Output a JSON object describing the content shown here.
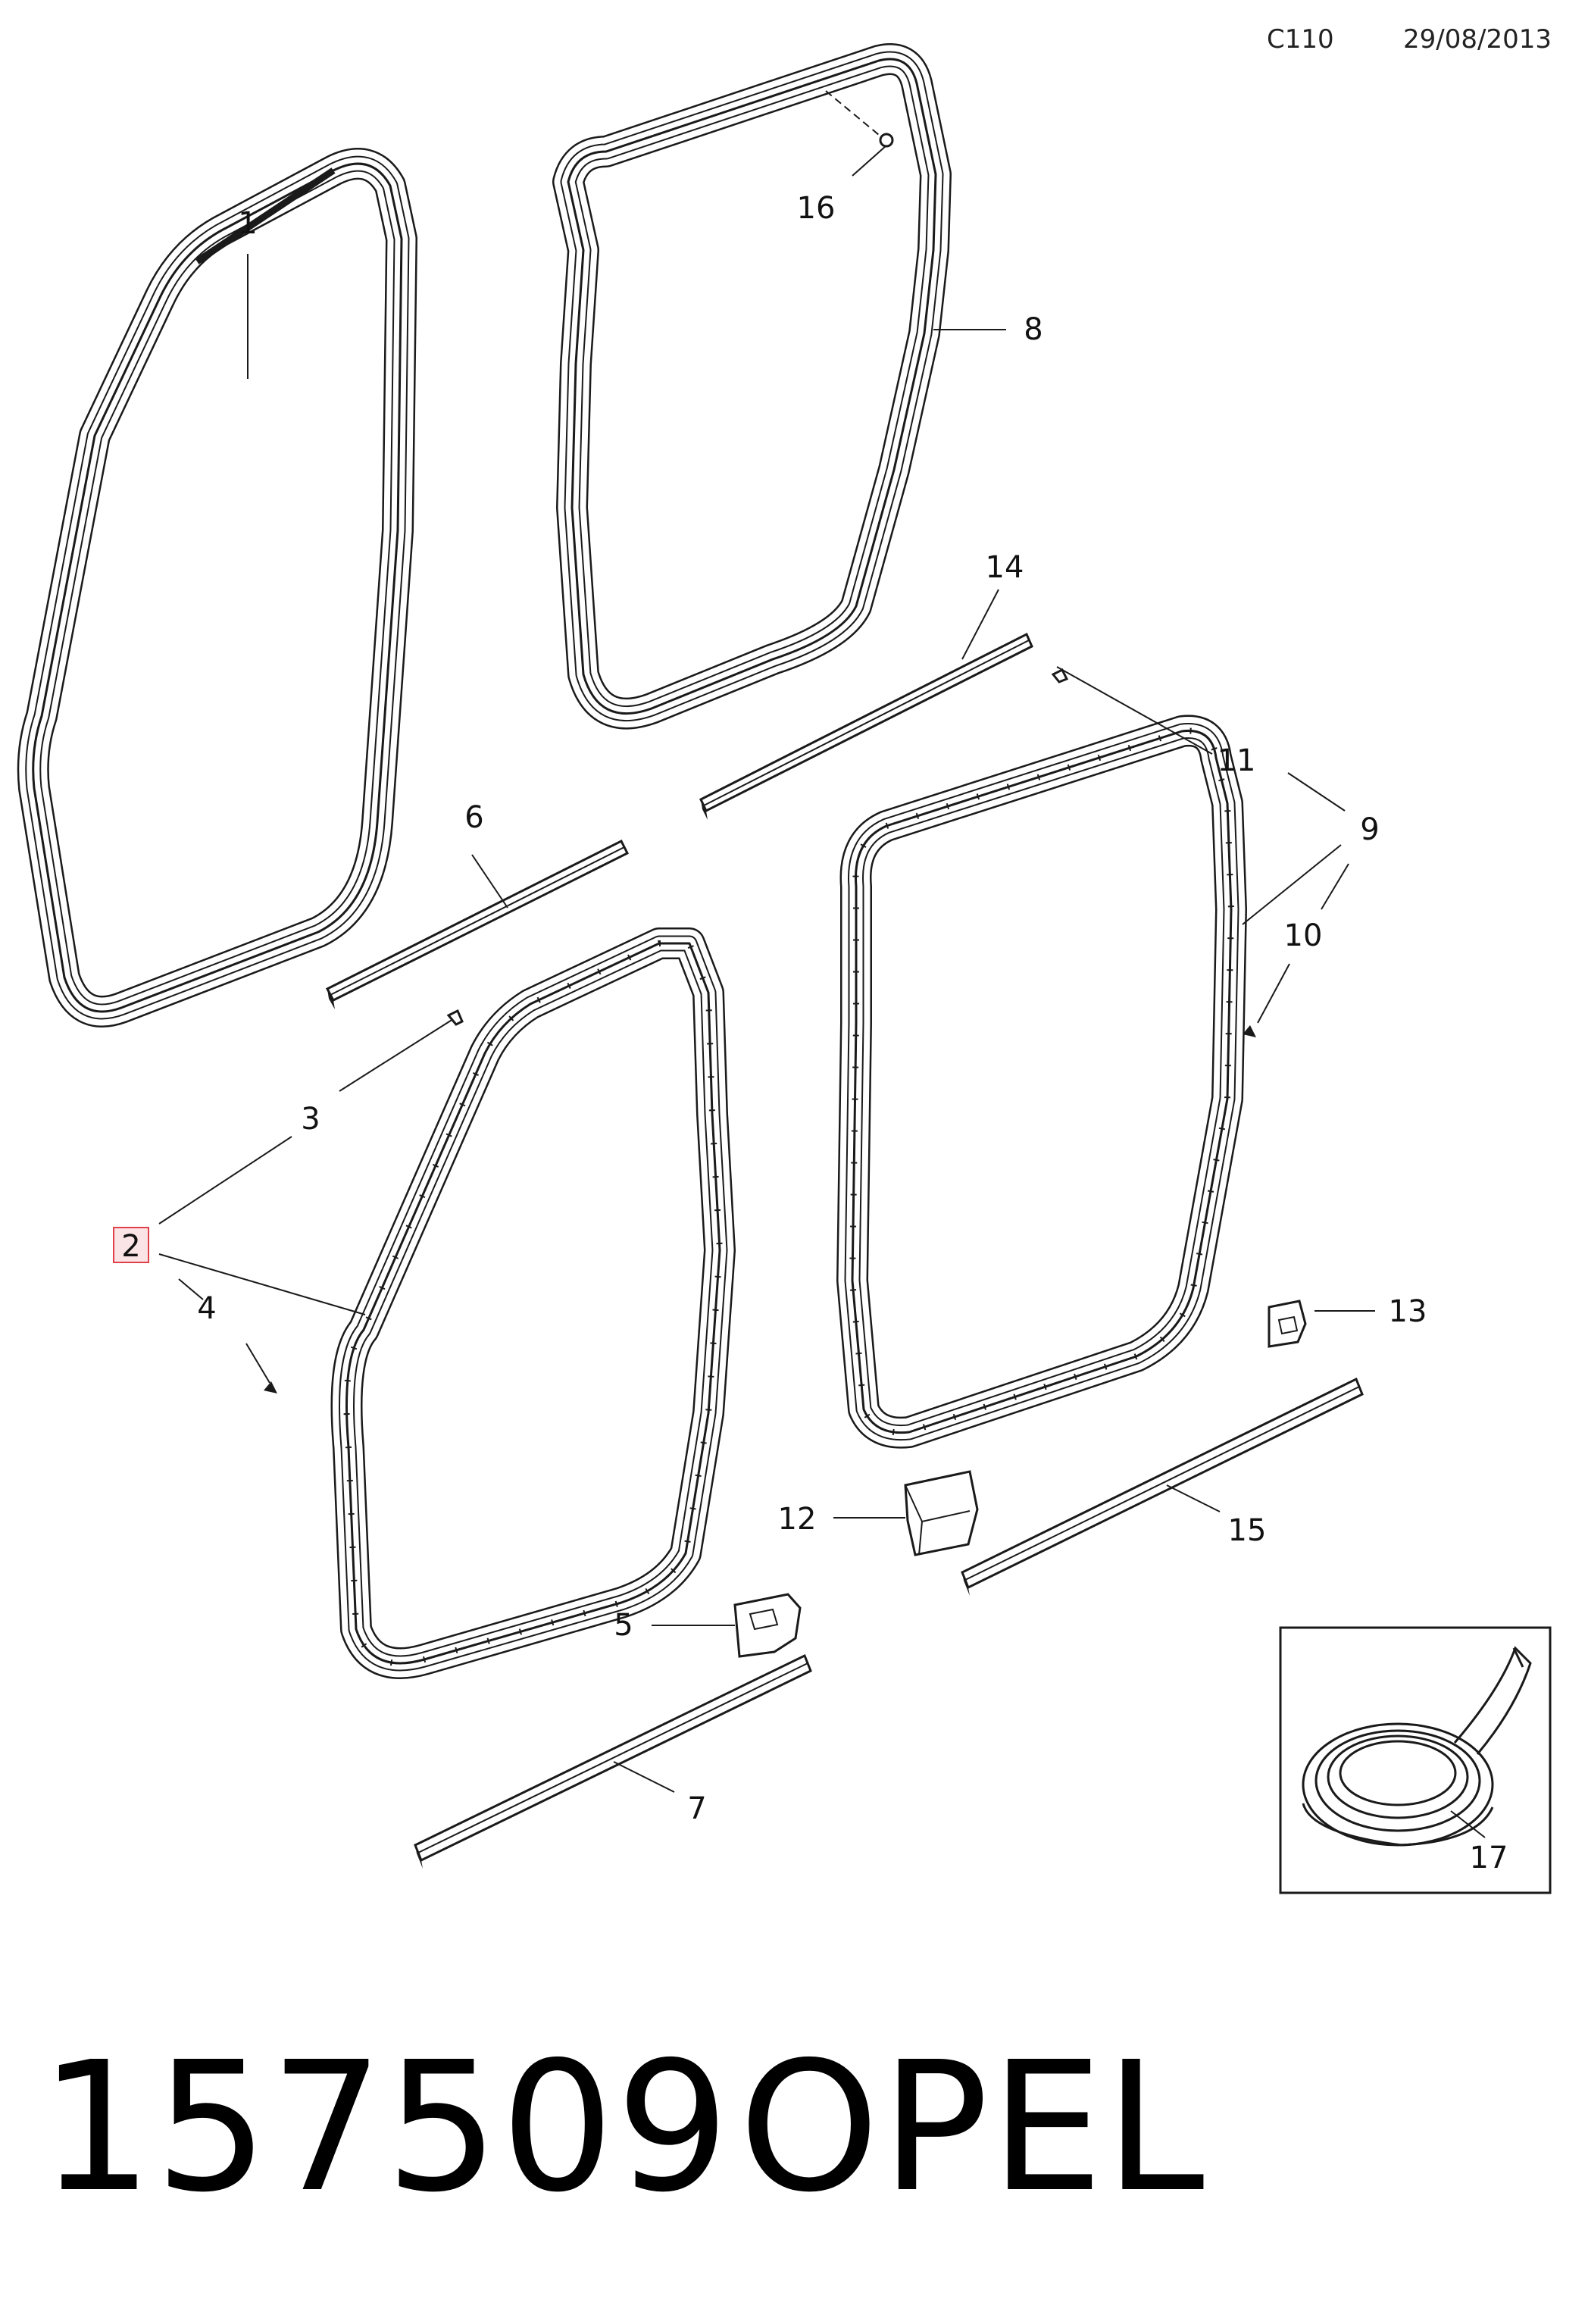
{
  "header": {
    "code": "C110",
    "date": "29/08/2013"
  },
  "footer": {
    "part_number": "157509",
    "brand": "OPEL"
  },
  "highlight_color": "#e0404a",
  "callouts": [
    {
      "id": "c1",
      "label": "1"
    },
    {
      "id": "c2",
      "label": "2",
      "highlighted": true
    },
    {
      "id": "c3",
      "label": "3"
    },
    {
      "id": "c4",
      "label": "4"
    },
    {
      "id": "c5",
      "label": "5"
    },
    {
      "id": "c6",
      "label": "6"
    },
    {
      "id": "c7",
      "label": "7"
    },
    {
      "id": "c8",
      "label": "8"
    },
    {
      "id": "c9",
      "label": "9"
    },
    {
      "id": "c10",
      "label": "10"
    },
    {
      "id": "c11",
      "label": "11"
    },
    {
      "id": "c12",
      "label": "12"
    },
    {
      "id": "c13",
      "label": "13"
    },
    {
      "id": "c14",
      "label": "14"
    },
    {
      "id": "c15",
      "label": "15"
    },
    {
      "id": "c16",
      "label": "16"
    },
    {
      "id": "c17",
      "label": "17"
    }
  ]
}
